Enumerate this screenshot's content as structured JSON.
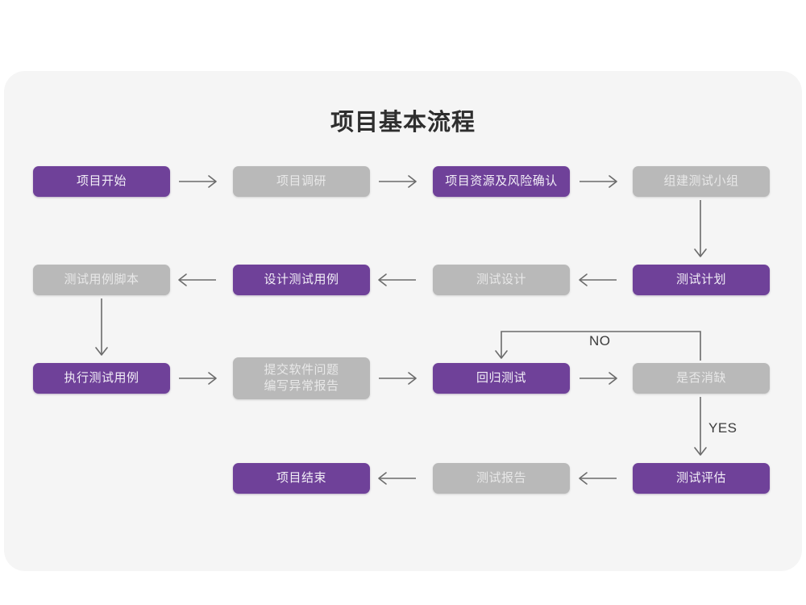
{
  "diagram": {
    "title": "项目基本流程",
    "colors": {
      "purple": "#6f4199",
      "gray": "#b9b9b9",
      "card_bg": "#f5f5f5",
      "page_bg": "#ffffff",
      "edge": "#6b6b6b",
      "title_text": "#2e2e2e"
    },
    "nodes": [
      {
        "id": "n1",
        "label": "项目开始",
        "style": "purple",
        "row": 1
      },
      {
        "id": "n2",
        "label": "项目调研",
        "style": "gray",
        "row": 1
      },
      {
        "id": "n3",
        "label": "项目资源及风险确认",
        "style": "purple",
        "row": 1
      },
      {
        "id": "n4",
        "label": "组建测试小组",
        "style": "gray",
        "row": 1
      },
      {
        "id": "n5",
        "label": "测试用例脚本",
        "style": "gray",
        "row": 2
      },
      {
        "id": "n6",
        "label": "设计测试用例",
        "style": "purple",
        "row": 2
      },
      {
        "id": "n7",
        "label": "测试设计",
        "style": "gray",
        "row": 2
      },
      {
        "id": "n8",
        "label": "测试计划",
        "style": "purple",
        "row": 2
      },
      {
        "id": "n9",
        "label": "执行测试用例",
        "style": "purple",
        "row": 3
      },
      {
        "id": "n10",
        "label": "提交软件问题\n编写异常报告",
        "style": "gray",
        "row": 3
      },
      {
        "id": "n11",
        "label": "回归测试",
        "style": "purple",
        "row": 3
      },
      {
        "id": "n12",
        "label": "是否消缺",
        "style": "gray",
        "row": 3
      },
      {
        "id": "n13",
        "label": "项目结束",
        "style": "purple",
        "row": 4
      },
      {
        "id": "n14",
        "label": "测试报告",
        "style": "gray",
        "row": 4
      },
      {
        "id": "n15",
        "label": "测试评估",
        "style": "purple",
        "row": 4
      }
    ],
    "edge_labels": {
      "no": "NO",
      "yes": "YES"
    },
    "edges": [
      {
        "from": "n1",
        "to": "n2",
        "dir": "right"
      },
      {
        "from": "n2",
        "to": "n3",
        "dir": "right"
      },
      {
        "from": "n3",
        "to": "n4",
        "dir": "right"
      },
      {
        "from": "n4",
        "to": "n8",
        "dir": "down"
      },
      {
        "from": "n8",
        "to": "n7",
        "dir": "left"
      },
      {
        "from": "n7",
        "to": "n6",
        "dir": "left"
      },
      {
        "from": "n6",
        "to": "n5",
        "dir": "left"
      },
      {
        "from": "n5",
        "to": "n9",
        "dir": "down"
      },
      {
        "from": "n9",
        "to": "n10",
        "dir": "right"
      },
      {
        "from": "n10",
        "to": "n11",
        "dir": "right"
      },
      {
        "from": "n11",
        "to": "n12",
        "dir": "right"
      },
      {
        "from": "n12",
        "to": "n11",
        "dir": "loop-up-left",
        "label": "NO"
      },
      {
        "from": "n12",
        "to": "n15",
        "dir": "down",
        "label": "YES"
      },
      {
        "from": "n15",
        "to": "n14",
        "dir": "left"
      },
      {
        "from": "n14",
        "to": "n13",
        "dir": "left"
      }
    ]
  }
}
